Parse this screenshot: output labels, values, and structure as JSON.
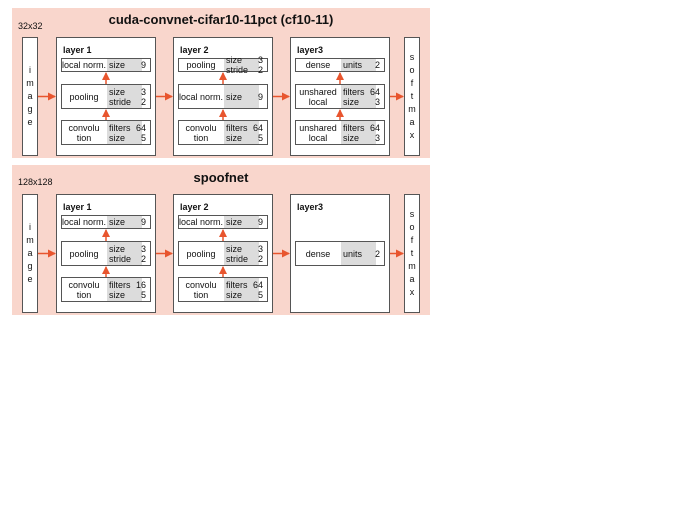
{
  "panel1": {
    "title": "cuda-convnet-cifar10-11pct (cf10-11)",
    "size_label": "32x32",
    "input_letters": [
      "i",
      "m",
      "a",
      "g",
      "e"
    ],
    "output_letters": [
      "s",
      "o",
      "f",
      "t",
      "m",
      "a",
      "x"
    ],
    "layer1": {
      "name": "layer 1",
      "top": {
        "name": [
          "local norm."
        ],
        "params": [
          {
            "name": "size",
            "value": "9"
          }
        ]
      },
      "mid": {
        "name": [
          "pooling"
        ],
        "params": [
          {
            "name": "size",
            "value": "3"
          },
          {
            "name": "stride",
            "value": "2"
          }
        ]
      },
      "bot": {
        "name": [
          "convolu",
          "tion"
        ],
        "params": [
          {
            "name": "filters",
            "value": "64"
          },
          {
            "name": "size",
            "value": "5"
          }
        ]
      }
    },
    "layer2": {
      "name": "layer 2",
      "top": {
        "name": [
          "pooling"
        ],
        "params": [
          {
            "name": "size",
            "value": "3"
          },
          {
            "name": "stride",
            "value": "2"
          }
        ]
      },
      "mid": {
        "name": [
          "local norm."
        ],
        "params": [
          {
            "name": "size",
            "value": "9"
          }
        ]
      },
      "bot": {
        "name": [
          "convolu",
          "tion"
        ],
        "params": [
          {
            "name": "filters",
            "value": "64"
          },
          {
            "name": "size",
            "value": "5"
          }
        ]
      }
    },
    "layer3": {
      "name": "layer3",
      "top": {
        "name": [
          "dense"
        ],
        "params": [
          {
            "name": "units",
            "value": "2"
          }
        ]
      },
      "mid": {
        "name": [
          "unshared",
          "local"
        ],
        "params": [
          {
            "name": "filters",
            "value": "64"
          },
          {
            "name": "size",
            "value": "3"
          }
        ]
      },
      "bot": {
        "name": [
          "unshared",
          "local"
        ],
        "params": [
          {
            "name": "filters",
            "value": "64"
          },
          {
            "name": "size",
            "value": "3"
          }
        ]
      }
    }
  },
  "panel2": {
    "title": "spoofnet",
    "size_label": "128x128",
    "input_letters": [
      "i",
      "m",
      "a",
      "g",
      "e"
    ],
    "output_letters": [
      "s",
      "o",
      "f",
      "t",
      "m",
      "a",
      "x"
    ],
    "layer1": {
      "name": "layer 1",
      "top": {
        "name": [
          "local norm."
        ],
        "params": [
          {
            "name": "size",
            "value": "9"
          }
        ]
      },
      "mid": {
        "name": [
          "pooling"
        ],
        "params": [
          {
            "name": "size",
            "value": "3"
          },
          {
            "name": "stride",
            "value": "2"
          }
        ]
      },
      "bot": {
        "name": [
          "convolu",
          "tion"
        ],
        "params": [
          {
            "name": "filters",
            "value": "16"
          },
          {
            "name": "size",
            "value": "5"
          }
        ]
      }
    },
    "layer2": {
      "name": "layer 2",
      "top": {
        "name": [
          "local norm."
        ],
        "params": [
          {
            "name": "size",
            "value": "9"
          }
        ]
      },
      "mid": {
        "name": [
          "pooling"
        ],
        "params": [
          {
            "name": "size",
            "value": "3"
          },
          {
            "name": "stride",
            "value": "2"
          }
        ]
      },
      "bot": {
        "name": [
          "convolu",
          "tion"
        ],
        "params": [
          {
            "name": "filters",
            "value": "64"
          },
          {
            "name": "size",
            "value": "5"
          }
        ]
      }
    },
    "layer3": {
      "name": "layer3",
      "mid": {
        "name": [
          "dense"
        ],
        "params": [
          {
            "name": "units",
            "value": "2"
          }
        ]
      }
    }
  },
  "colors": {
    "panel_bg": "#f9d6cc",
    "arrow": "#e8552e",
    "param_shade": "#dcdcdc"
  }
}
